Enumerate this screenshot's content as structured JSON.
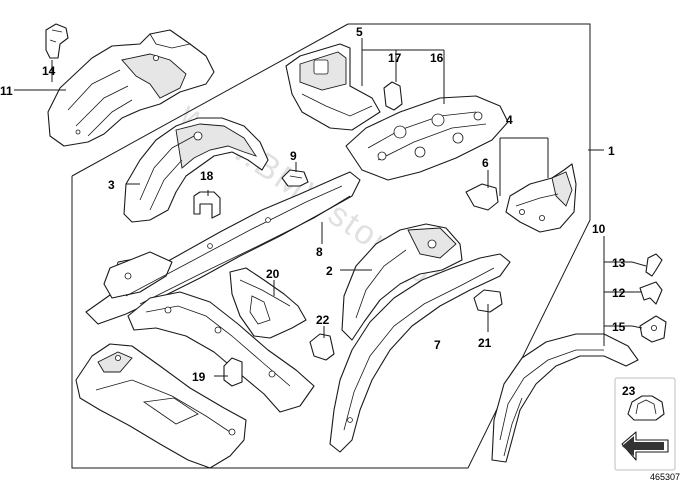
{
  "watermark": "www.BMWstore.pl",
  "diagram_id": "465307",
  "callouts": {
    "c1": "1",
    "c2": "2",
    "c3": "3",
    "c4": "4",
    "c5": "5",
    "c6": "6",
    "c7": "7",
    "c8": "8",
    "c9": "9",
    "c10": "10",
    "c11": "11",
    "c12": "12",
    "c13": "13",
    "c14": "14",
    "c15": "15",
    "c16": "16",
    "c17": "17",
    "c18": "18",
    "c19": "19",
    "c20": "20",
    "c21": "21",
    "c22": "22",
    "c23": "23"
  }
}
